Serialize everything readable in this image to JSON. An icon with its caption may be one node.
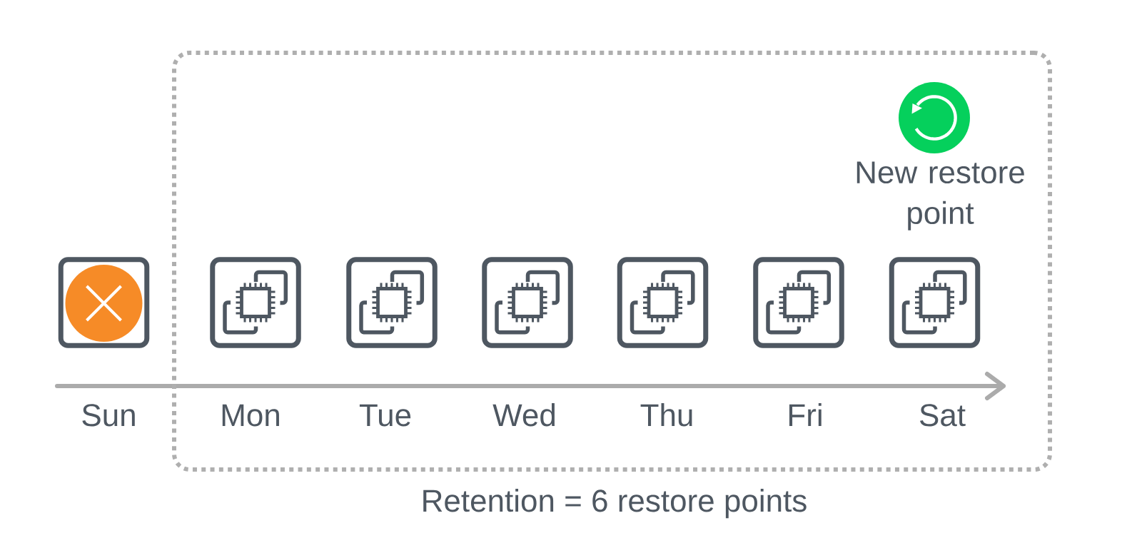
{
  "diagram": {
    "nodes": [
      {
        "text": [
          "Retention = 6 restore points"
        ]
      },
      {
        "text": [],
        "shape": "picture",
        "beside": [
          "Sun"
        ]
      },
      {
        "text": [],
        "shape": "picture",
        "in": 0,
        "beside": [
          "Mon"
        ]
      },
      {
        "text": [],
        "shape": "picture",
        "in": 0,
        "beside": [
          "Tue"
        ]
      },
      {
        "text": [],
        "shape": "picture",
        "in": 0,
        "beside": [
          "Wed"
        ]
      },
      {
        "text": [],
        "shape": "picture",
        "in": 0,
        "beside": [
          "Thu"
        ]
      },
      {
        "text": [],
        "shape": "picture",
        "in": 0,
        "beside": [
          "Fri"
        ]
      },
      {
        "text": [],
        "shape": "picture",
        "in": 0,
        "beside": [
          "Sat"
        ]
      }
    ],
    "labels": [
      "New restore point"
    ]
  }
}
